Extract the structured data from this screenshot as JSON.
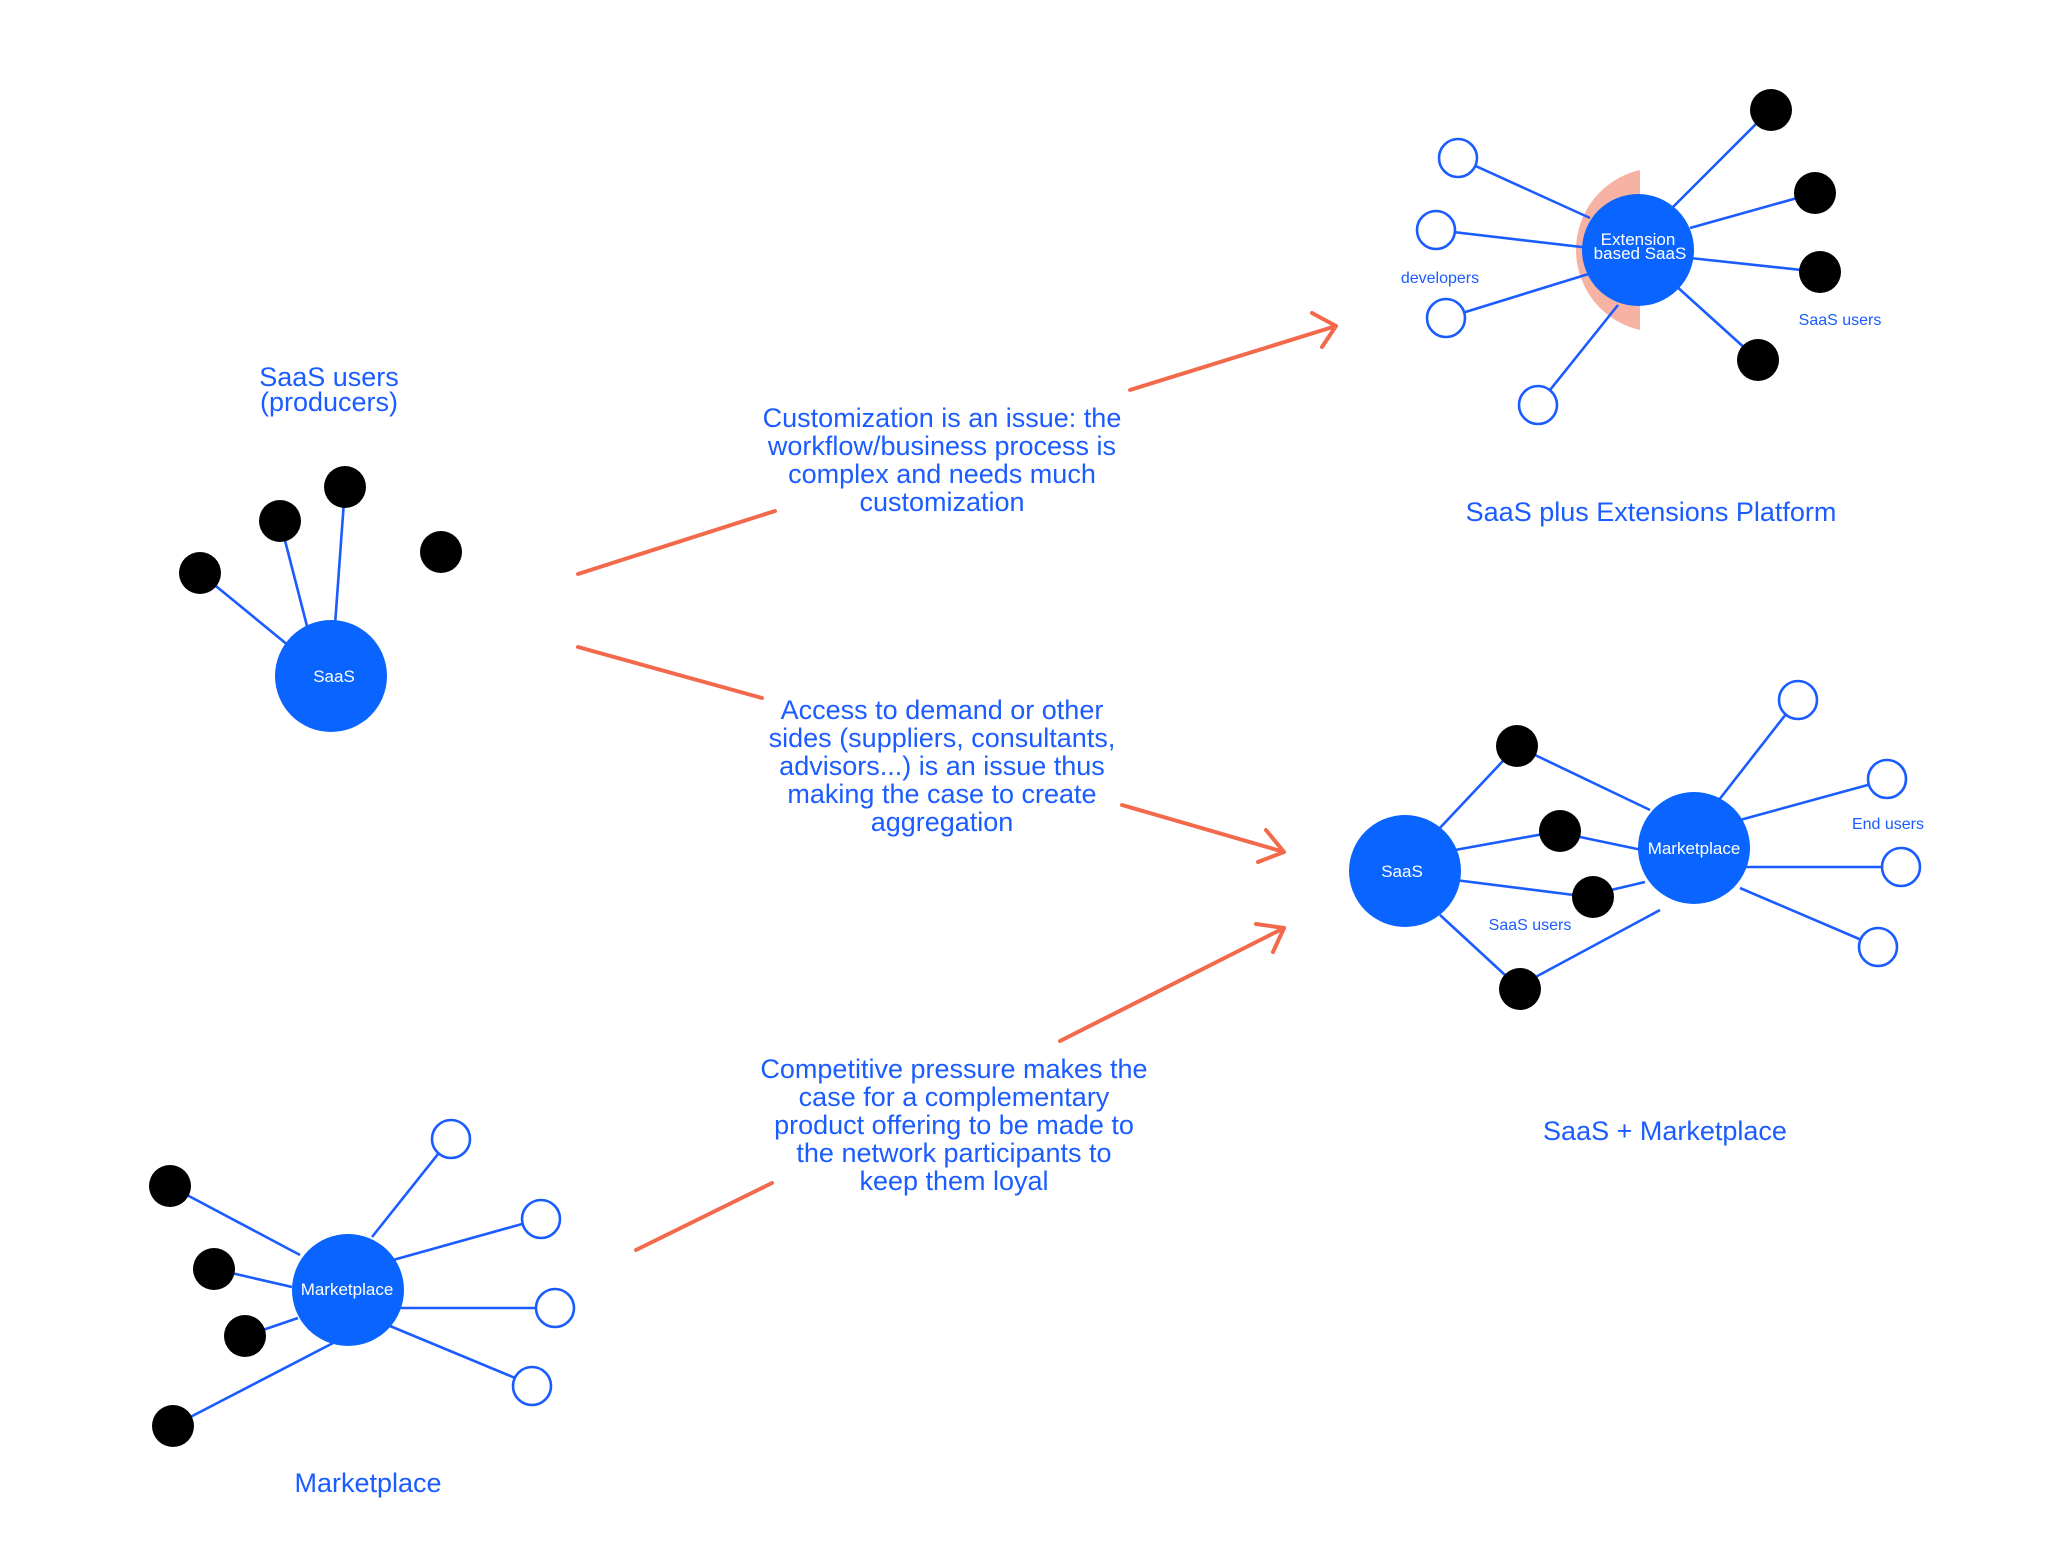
{
  "colors": {
    "hub": "#0a64ff",
    "edge": "#1a5cff",
    "text": "#1a5cff",
    "arrow": "#f26a4b",
    "highlight": "#f6b3a3",
    "filled_node": "#000000"
  },
  "diagrams": {
    "saas": {
      "hub_label": "SaaS",
      "caption_line1": "SaaS users",
      "caption_line2": "(producers)"
    },
    "marketplace": {
      "hub_label": "Marketplace",
      "caption": "Marketplace"
    },
    "extensions": {
      "hub_line1": "Extension",
      "hub_line2": "based SaaS",
      "developers_label": "developers",
      "users_label": "SaaS users",
      "caption": "SaaS plus Extensions Platform"
    },
    "combined": {
      "saas_label": "SaaS",
      "marketplace_label": "Marketplace",
      "users_label": "SaaS users",
      "end_users_label": "End users",
      "caption": "SaaS + Marketplace"
    }
  },
  "notes": {
    "customization": [
      "Customization is an issue: the",
      "workflow/business process is",
      "complex and needs much",
      "customization"
    ],
    "access": [
      "Access to demand or other",
      "sides (suppliers, consultants,",
      "advisors...) is an issue thus",
      "making the case to create",
      "aggregation"
    ],
    "competitive": [
      "Competitive pressure makes the",
      "case for a complementary",
      "product offering to be made to",
      "the network participants to",
      "keep them loyal"
    ]
  }
}
